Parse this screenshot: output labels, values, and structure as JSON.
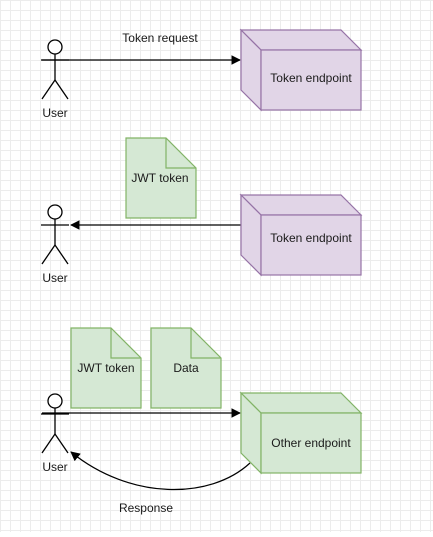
{
  "diagram": {
    "scene1": {
      "actor_label": "User",
      "arrow_label": "Token request",
      "endpoint_label": "Token endpoint"
    },
    "scene2": {
      "actor_label": "User",
      "document_label": "JWT token",
      "endpoint_label": "Token endpoint"
    },
    "scene3": {
      "actor_label": "User",
      "document1_label": "JWT token",
      "document2_label": "Data",
      "endpoint_label": "Other endpoint",
      "response_label": "Response"
    }
  },
  "colors": {
    "purple_fill": "#e1d5e7",
    "purple_stroke": "#9673a6",
    "green_fill": "#d5e8d4",
    "green_stroke": "#82b366",
    "line": "#000000"
  }
}
